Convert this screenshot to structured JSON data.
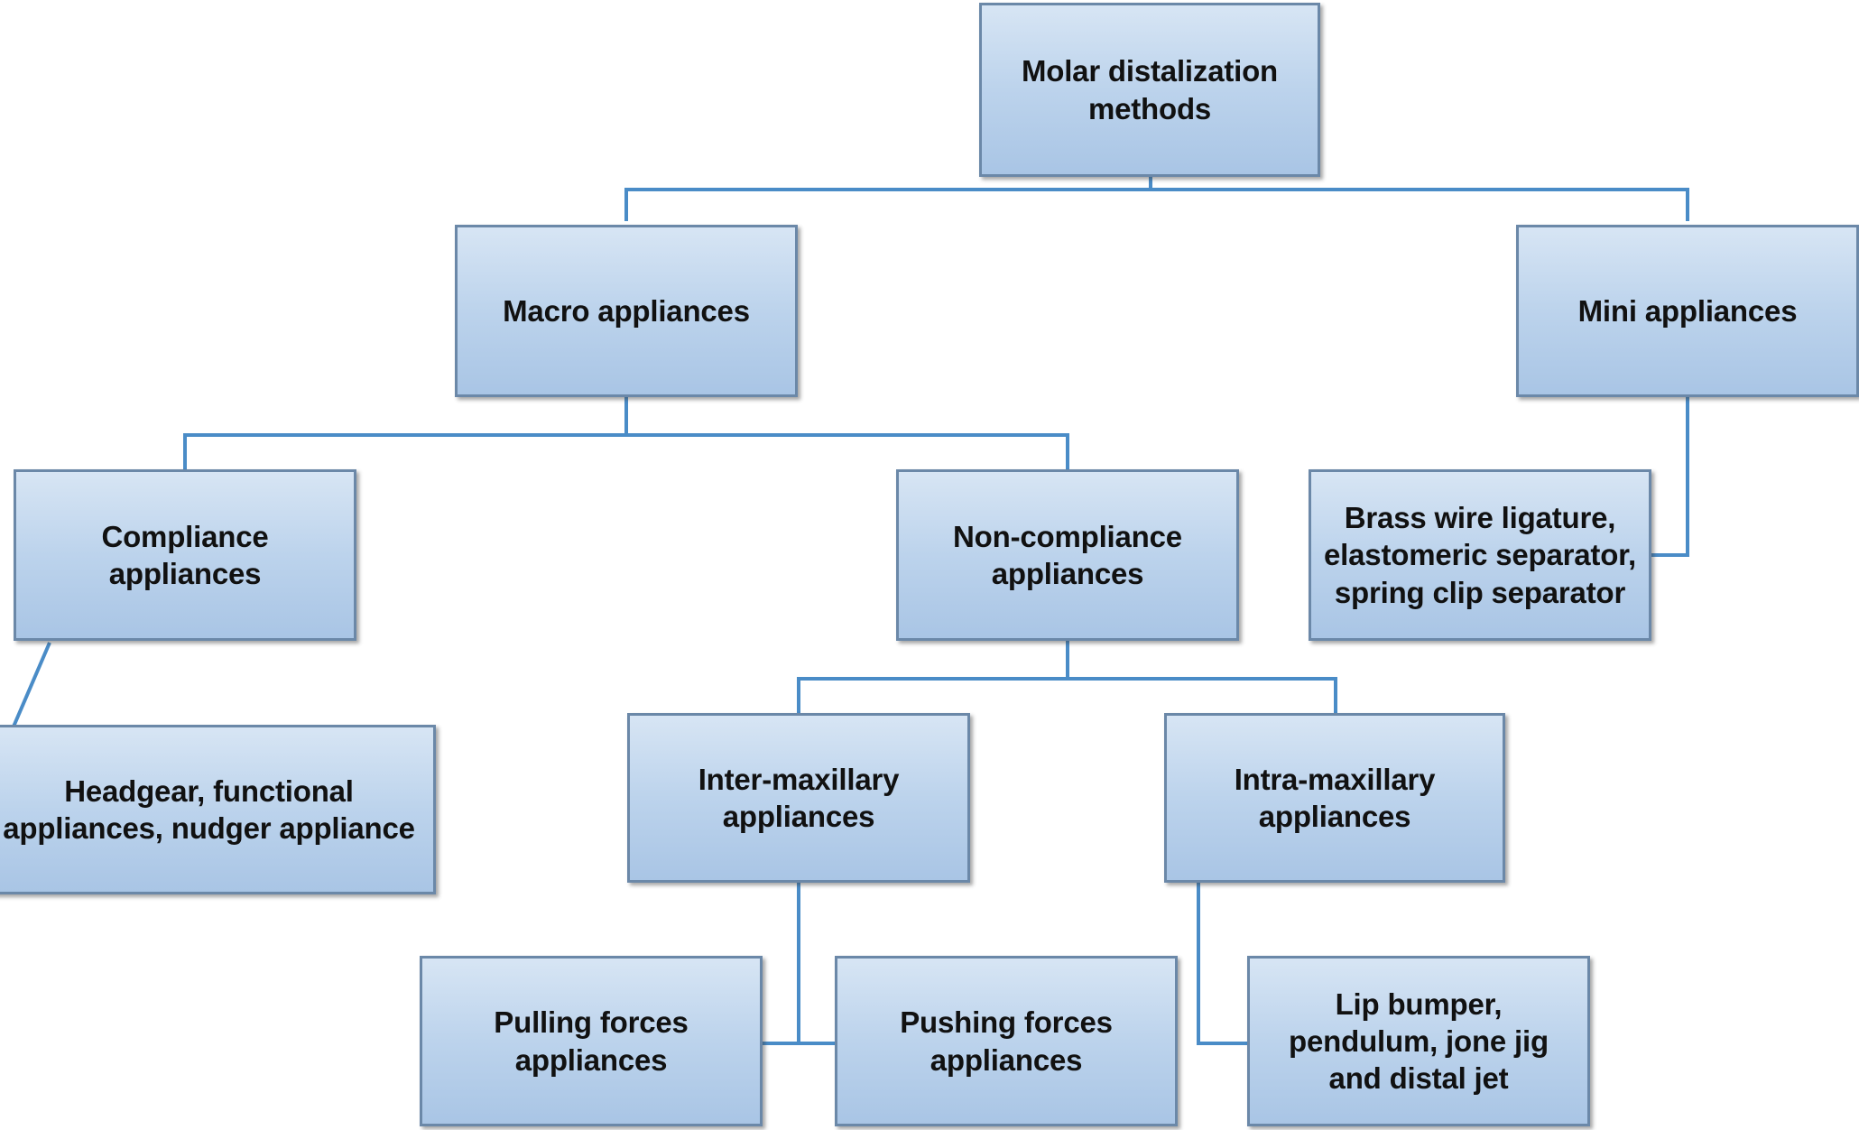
{
  "nodes": {
    "root": "Molar distalization methods",
    "macro": "Macro appliances",
    "mini": "Mini appliances",
    "compliance": "Compliance appliances",
    "noncompliance": "Non-compliance appliances",
    "brass": "Brass wire ligature, elastomeric separator, spring clip separator",
    "headgear": "Headgear, functional appliances, nudger appliance",
    "inter": "Inter-maxillary appliances",
    "intra": "Intra-maxillary appliances",
    "pulling": "Pulling forces appliances",
    "pushing": "Pushing forces appliances",
    "lip": "Lip bumper, pendulum, jone jig and distal jet"
  },
  "colors": {
    "box_top": "#d7e5f4",
    "box_bottom": "#a9c5e5",
    "box_border": "#6b88a8",
    "connector": "#4a8cc7"
  }
}
